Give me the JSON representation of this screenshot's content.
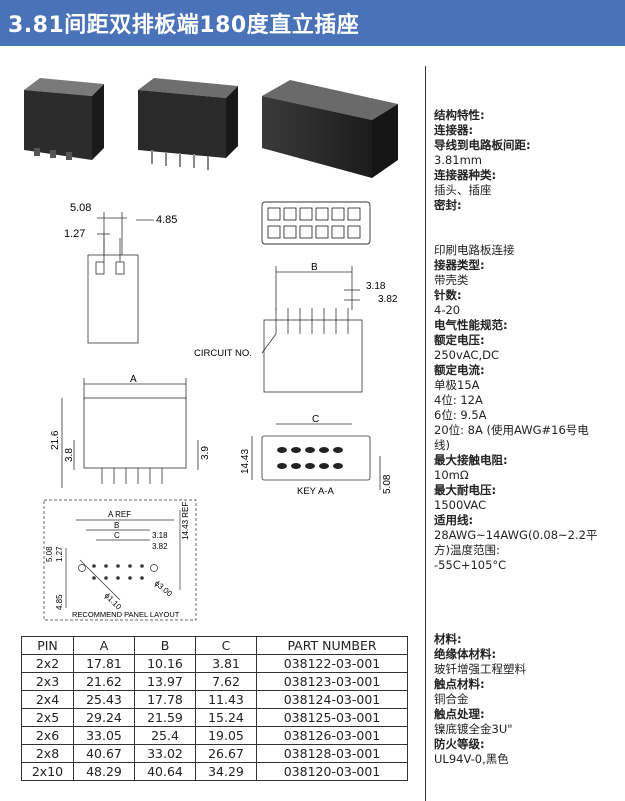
{
  "title": "3.81间距双排板端180度直立插座",
  "drawing": {
    "dim_508": "5.08",
    "dim_485": "4.85",
    "dim_127": "1.27",
    "label_b": "B",
    "dim_318": "3.18",
    "dim_382": "3.82",
    "circuit_no": "CIRCUIT NO.",
    "label_a": "A",
    "dim_216": "21.6",
    "dim_38": "3.8",
    "dim_39": "3.9",
    "label_c": "C",
    "dim_1443": "14.43",
    "dim_508b": "5.08",
    "key_aa": "KEY A-A",
    "layout_a_ref": "A REF",
    "layout_b": "B",
    "layout_c": "C",
    "layout_318": "3.18",
    "layout_382": "3.82",
    "layout_1443_ref": "14.43 REF",
    "layout_508": "5.08",
    "layout_127": "1.27",
    "layout_d300": "ϕ3.00",
    "layout_d110": "ϕ1.10",
    "layout_485": "4.85",
    "recommend": "RECOMMEND PANEL LAYOUT"
  },
  "specs": [
    {
      "text": "结构特性:",
      "bold": true
    },
    {
      "text": "连接器:",
      "bold": true
    },
    {
      "text": "导线到电路板间距:",
      "bold": true
    },
    {
      "text": "3.81mm",
      "bold": false
    },
    {
      "text": "连接器种类:",
      "bold": true
    },
    {
      "text": "插头、插座",
      "bold": false
    },
    {
      "text": "密封:",
      "bold": true
    },
    {
      "text": "",
      "bold": false
    },
    {
      "text": "",
      "bold": false
    },
    {
      "text": "印刷电路板连接",
      "bold": false
    },
    {
      "text": "接器类型:",
      "bold": true
    },
    {
      "text": "带壳类",
      "bold": false
    },
    {
      "text": "针数:",
      "bold": true
    },
    {
      "text": "4-20",
      "bold": false
    },
    {
      "text": "电气性能规范:",
      "bold": true
    },
    {
      "text": "额定电压:",
      "bold": true
    },
    {
      "text": "250vAC,DC",
      "bold": false
    },
    {
      "text": "额定电流:",
      "bold": true
    },
    {
      "text": "单极15A",
      "bold": false
    },
    {
      "text": "4位: 12A",
      "bold": false
    },
    {
      "text": "6位: 9.5A",
      "bold": false
    },
    {
      "text": "20位: 8A (使用AWG#16号电",
      "bold": false
    },
    {
      "text": "线)",
      "bold": false
    },
    {
      "text": "最大接触电阻:",
      "bold": true
    },
    {
      "text": "10mΩ",
      "bold": false
    },
    {
      "text": "最大耐电压:",
      "bold": true
    },
    {
      "text": "1500VAC",
      "bold": false
    },
    {
      "text": "适用线:",
      "bold": true
    },
    {
      "text": "28AWG~14AWG(0.08~2.2平",
      "bold": false
    },
    {
      "text": "方)温度范围:",
      "bold": false
    },
    {
      "text": "-55C+105°C",
      "bold": false
    }
  ],
  "materials": [
    {
      "text": "材料:",
      "bold": true
    },
    {
      "text": "绝缘体材料:",
      "bold": true
    },
    {
      "text": "玻钎增强工程塑料",
      "bold": false
    },
    {
      "text": "触点材料:",
      "bold": true
    },
    {
      "text": "铜合金",
      "bold": false
    },
    {
      "text": "触点处理:",
      "bold": true
    },
    {
      "text": "镍底镀全金3U\"",
      "bold": false
    },
    {
      "text": "防火等级:",
      "bold": true
    },
    {
      "text": "UL94V-0,黑色",
      "bold": false
    }
  ],
  "table": {
    "headers": [
      "PIN",
      "A",
      "B",
      "C",
      "PART NUMBER"
    ],
    "rows": [
      [
        "2x2",
        "17.81",
        "10.16",
        "3.81",
        "038122-03-001"
      ],
      [
        "2x3",
        "21.62",
        "13.97",
        "7.62",
        "038123-03-001"
      ],
      [
        "2x4",
        "25.43",
        "17.78",
        "11.43",
        "038124-03-001"
      ],
      [
        "2x5",
        "29.24",
        "21.59",
        "15.24",
        "038125-03-001"
      ],
      [
        "2x6",
        "33.05",
        "25.4",
        "19.05",
        "038126-03-001"
      ],
      [
        "2x8",
        "40.67",
        "33.02",
        "26.67",
        "038128-03-001"
      ],
      [
        "2x10",
        "48.29",
        "40.64",
        "34.29",
        "038120-03-001"
      ]
    ]
  }
}
